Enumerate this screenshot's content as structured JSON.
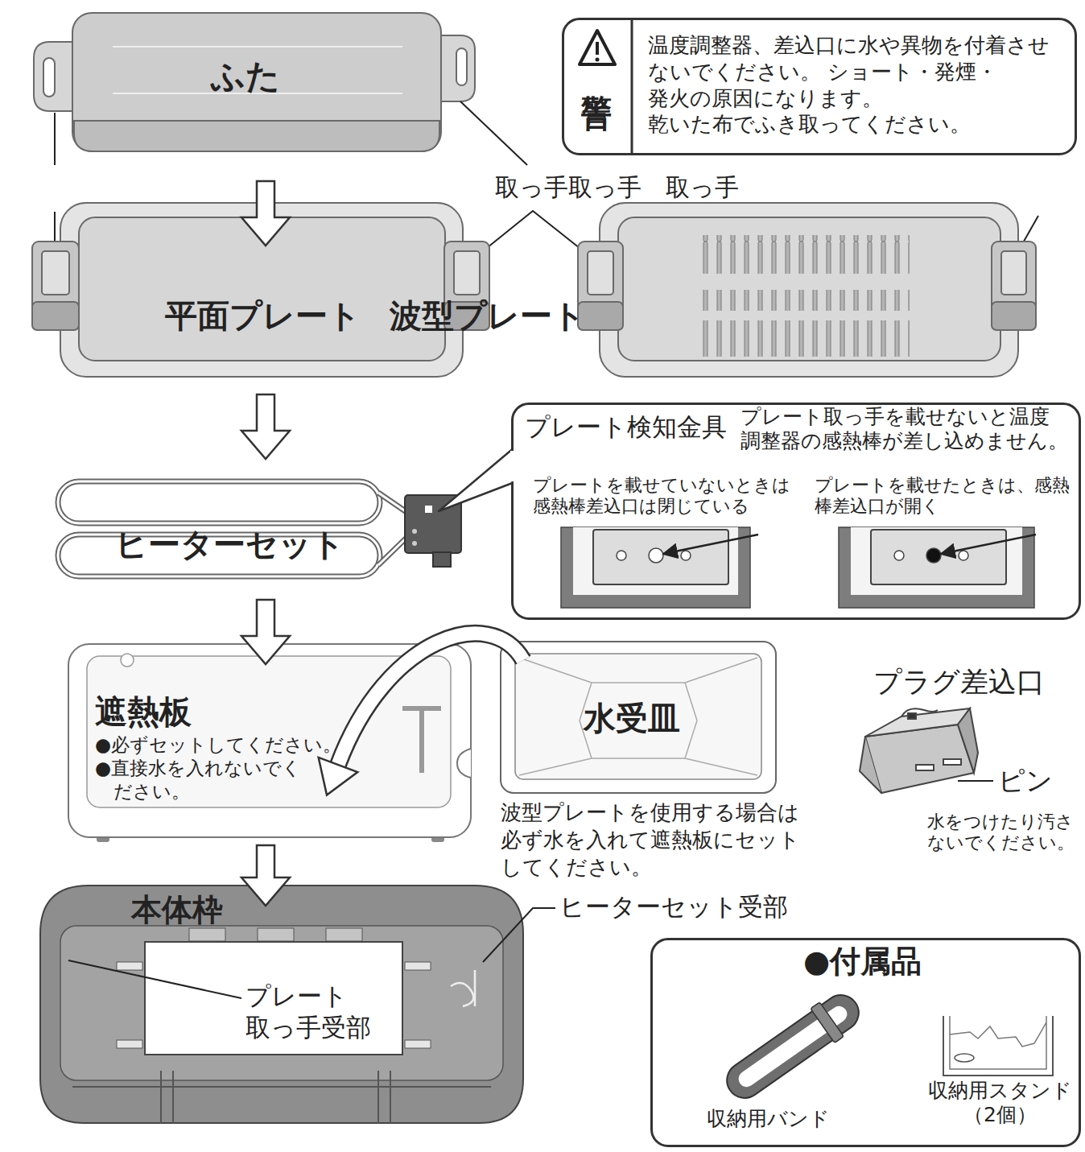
{
  "diagram": {
    "nodes": [
      {
        "text": [
          "ふた"
        ]
      },
      {
        "text": [
          "警告",
          "温度調整器、差込口に水や異物を付着させ ないでください。 ショート・発煙・発火の原因になります。 乾いた布でふき取ってください。"
        ]
      },
      {
        "text": [
          "平面プレート"
        ]
      },
      {
        "text": [
          "波型プレート"
        ]
      },
      {
        "text": [
          "プレート検知金具",
          "プレート取っ手を載せないと温度 調整器の感熱棒が差し込めません。",
          "プレートを載せていないときは 感熱棒差込口は閉じている",
          "プレートを載せたときは、感熱 棒差込口が開く"
        ]
      },
      {
        "text": [
          "ヒーターセット"
        ]
      },
      {
        "text": [
          "遮熱板",
          "●必ずセットしてください。",
          "●直接水を入れないでく ださい。"
        ]
      },
      {
        "text": [
          "水受皿"
        ]
      },
      {
        "text": [
          "本体枠"
        ]
      },
      {
        "text": [
          "●付属品",
          "収納用バンド",
          "収納用スタンド （2個）"
        ]
      }
    ],
    "edges": [
      {
        "from": 0,
        "to": 2,
        "arrow": "to"
      },
      {
        "from": 2,
        "to": 5,
        "arrow": "to"
      },
      {
        "from": 5,
        "to": 6,
        "arrow": "to"
      },
      {
        "from": 6,
        "to": 8,
        "arrow": "to"
      },
      {
        "from": 7,
        "to": 6,
        "arrow": "to"
      },
      {
        "from": 4,
        "to": 5,
        "arrow": "none"
      }
    ],
    "labels": [
      "取っ手取っ手　取っ手",
      "波型プレートを使用する場合は 必ず水を入れて遮熱板にセット してください。",
      "プラグ差込口",
      "ピン",
      "水をつけたり汚さ ないでください。",
      "ヒーターセット受部",
      "プレート 取っ手受部"
    ]
  }
}
